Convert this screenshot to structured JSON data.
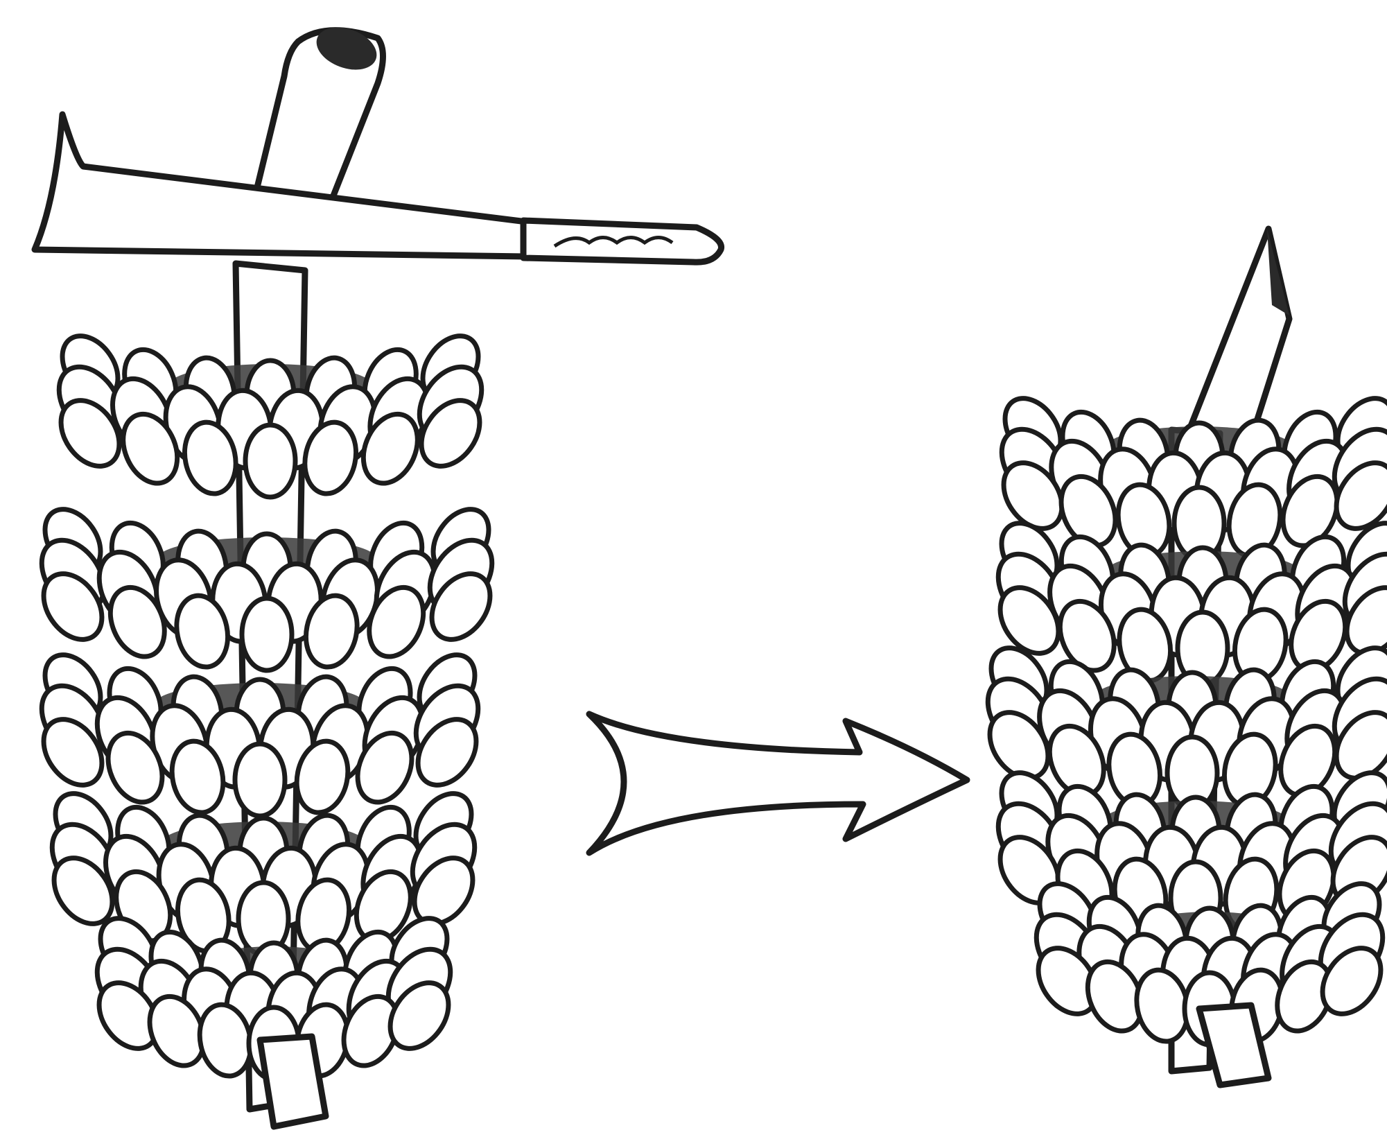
{
  "figure": {
    "description_free": true,
    "colors": {
      "ink": "#1c1c1c",
      "paper": "#ffffff"
    },
    "panels": [
      {
        "id": "before",
        "icon": "banana-bunch-with-machete-icon"
      },
      {
        "id": "arrow",
        "icon": "right-arrow-icon"
      },
      {
        "id": "after",
        "icon": "banana-bunch-cut-icon"
      }
    ],
    "hands_per_bunch": 5
  }
}
